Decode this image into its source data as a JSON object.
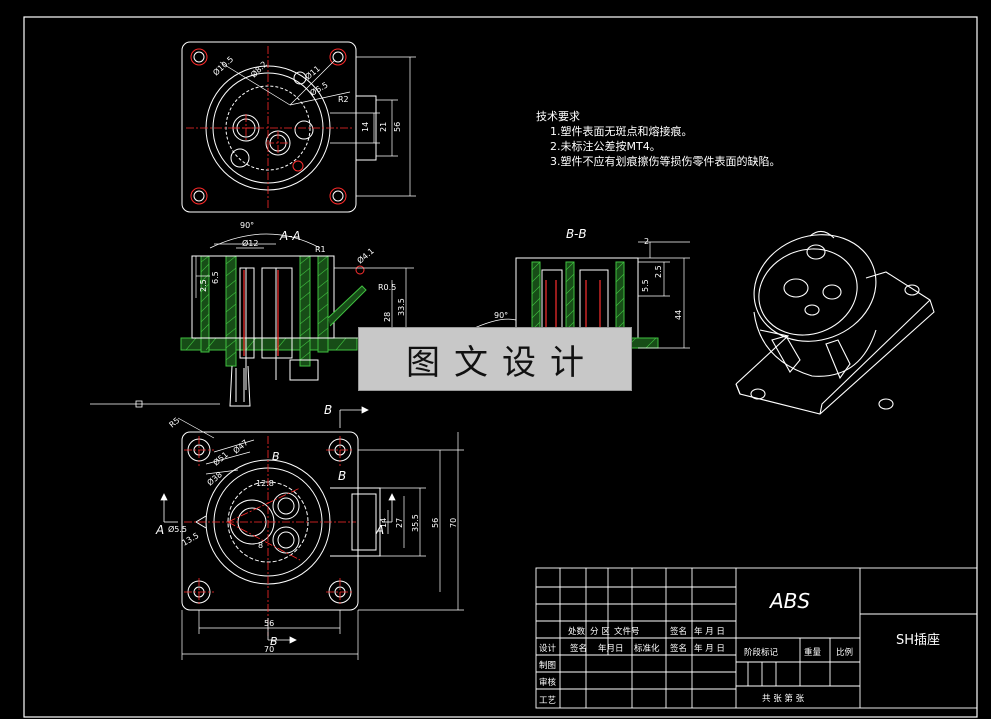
{
  "tech_requirements": {
    "title": "技术要求",
    "items": [
      "1.塑件表面无斑点和熔接痕。",
      "2.未标注公差按MT4。",
      "3.塑件不应有划痕擦伤等损伤零件表面的缺陷。"
    ]
  },
  "watermark": "图文设计",
  "section_labels": {
    "aa": "A-A",
    "bb": "B-B",
    "b_marker": "B",
    "a_marker": "A"
  },
  "title_block": {
    "material": "ABS",
    "part_name": "SH插座",
    "row_labels": [
      "设计",
      "制图",
      "审核",
      "工艺"
    ],
    "header_cells": [
      "处数",
      "分 区",
      "文件号",
      "签名",
      "年 月 日"
    ],
    "design_row": [
      "签名",
      "年月日",
      "标准化",
      "签名",
      "年 月 日"
    ],
    "stage_label": "阶段标记",
    "weight_label": "重量",
    "scale_label": "比例",
    "sheet_label": "共  张  第  张"
  },
  "dimensions": {
    "top_56": "56",
    "top_21": "21",
    "top_14": "14",
    "top_r2": "R2",
    "top_d10_5": "Ø10.5",
    "top_d11": "Ø11",
    "top_d6_5": "Ø6.5",
    "top_d8_2": "Ø8.2",
    "aa_angle": "90°",
    "aa_d12": "Ø12",
    "aa_r1": "R1",
    "aa_d4_1": "Ø4.1",
    "aa_28": "28",
    "aa_33_5": "33.5",
    "aa_2_5": "2.5",
    "aa_6_5": "6.5",
    "aa_r05": "R0.5",
    "bb_2": "2",
    "bb_2_5": "2.5",
    "bb_5_5": "5.5",
    "bb_44": "44",
    "bb_angle": "90°",
    "bot_r5": "R5",
    "bot_d47": "Ø47",
    "bot_d51": "Ø51",
    "bot_d38": "Ø38",
    "bot_12_8": "12.8",
    "bot_8": "8",
    "bot_d5_5": "Ø5.5",
    "bot_13_5": "13.5",
    "bot_14": "14",
    "bot_27": "27",
    "bot_35_5": "35.5",
    "bot_56v": "56",
    "bot_70v": "70",
    "bot_56h": "56",
    "bot_70h": "70"
  },
  "colors": {
    "line": "#ffffff",
    "center": "#ff2a2a",
    "hatch": "#3fbf3f",
    "section": "#ff3030",
    "background": "#000000"
  }
}
